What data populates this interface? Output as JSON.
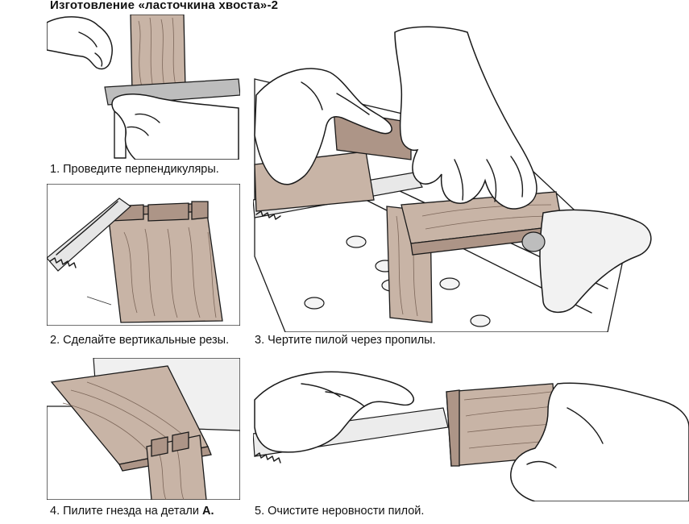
{
  "title": "Изготовление «ласточкина хвоста»-2",
  "steps": [
    {
      "number": "1.",
      "text": "Проведите перпендикуляры."
    },
    {
      "number": "2.",
      "text": "Сделайте вертикальные резы."
    },
    {
      "number": "3.",
      "text": "Чертите пилой через пропилы."
    },
    {
      "number": "4.",
      "text": "Пилите гнезда на детали",
      "bold": "А."
    },
    {
      "number": "5.",
      "text": "Очистите неровности пилой."
    }
  ]
}
